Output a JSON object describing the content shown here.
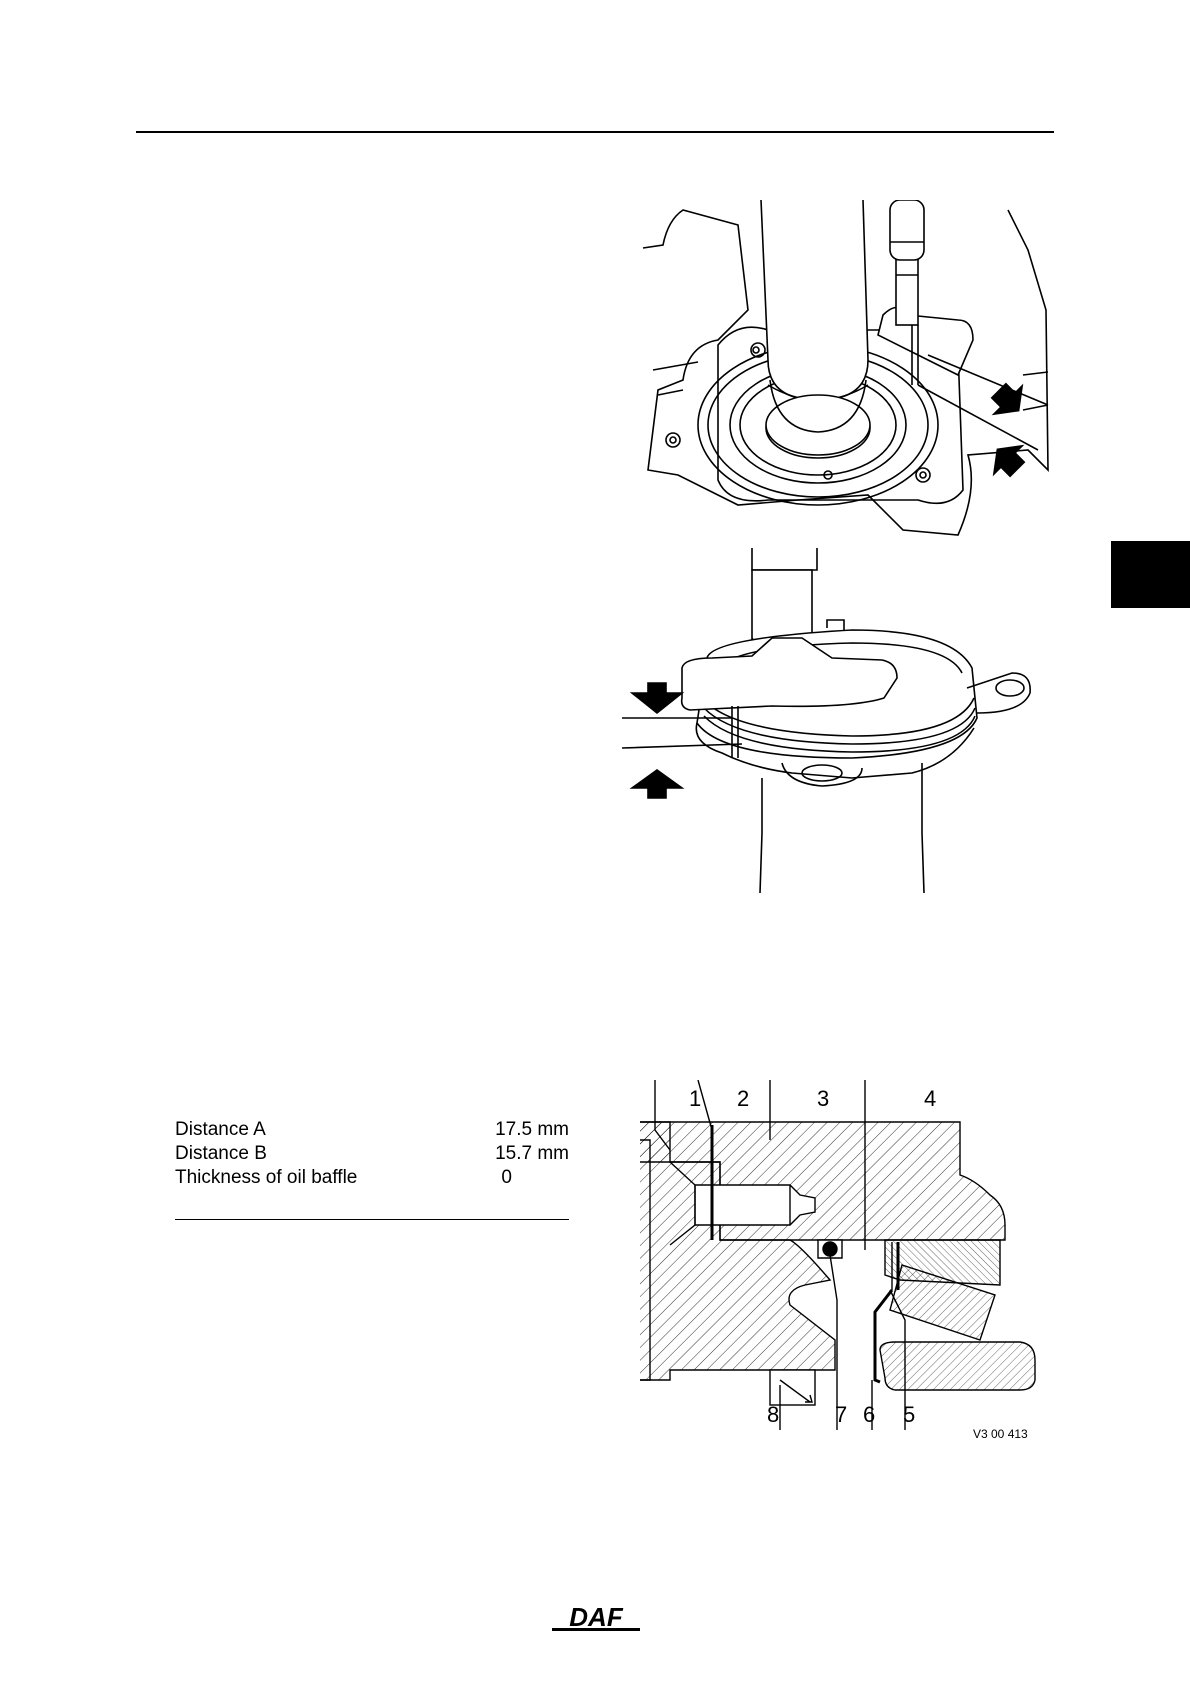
{
  "spec_table": {
    "rows": [
      {
        "label": "Distance A",
        "value": "17.5 mm"
      },
      {
        "label": "Distance B",
        "value": "15.7 mm"
      },
      {
        "label": "Thickness of oil baffle",
        "value": "0"
      }
    ]
  },
  "figure3": {
    "callouts_top": [
      "1",
      "2",
      "3",
      "4"
    ],
    "callouts_bottom": [
      "8",
      "7",
      "6",
      "5"
    ],
    "reference": "V3 00 413"
  },
  "logo": {
    "text": "DAF"
  },
  "colors": {
    "ink": "#000000",
    "paper": "#ffffff"
  }
}
